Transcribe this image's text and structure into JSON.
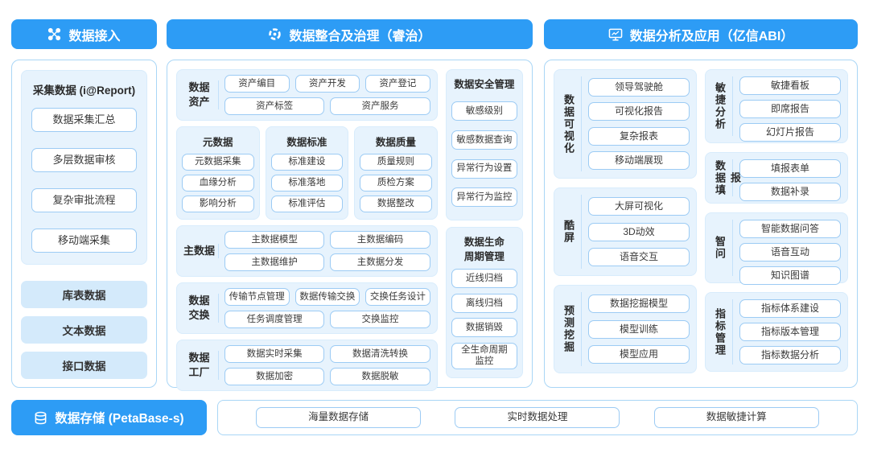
{
  "colors": {
    "accent": "#2D9CF5",
    "panel_bg": "#E7F3FD",
    "pill_border": "#9CCBF4",
    "box_border": "#A9D6F6",
    "lite_pill_bg": "#D4EAFB"
  },
  "headers": {
    "access": {
      "label": "数据接入",
      "icon": "network-nodes-icon"
    },
    "governance": {
      "label": "数据整合及治理（睿治）",
      "icon": "pinwheel-gear-icon"
    },
    "analysis": {
      "label": "数据分析及应用（亿信ABI）",
      "icon": "monitor-icon"
    },
    "storage": {
      "label": "数据存储 (PetaBase-s)",
      "icon": "database-icon"
    }
  },
  "left": {
    "collect": {
      "title": "采集数据 (i@Report)",
      "pills": [
        "数据采集汇总",
        "多层数据审核",
        "复杂审批流程",
        "移动端采集"
      ]
    },
    "sources": [
      "库表数据",
      "文本数据",
      "接口数据"
    ]
  },
  "middle": {
    "asset": {
      "label": "数据\n资产",
      "rows": [
        [
          "资产编目",
          "资产开发",
          "资产登记"
        ],
        [
          "资产标签",
          "资产服务"
        ]
      ]
    },
    "meta": {
      "title": "元数据",
      "pills": [
        "元数据采集",
        "血缘分析",
        "影响分析"
      ]
    },
    "standard": {
      "title": "数据标准",
      "pills": [
        "标准建设",
        "标准落地",
        "标准评估"
      ]
    },
    "quality": {
      "title": "数据质量",
      "pills": [
        "质量规则",
        "质检方案",
        "数据整改"
      ]
    },
    "master": {
      "label": "主数据",
      "rows": [
        [
          "主数据模型",
          "主数据编码"
        ],
        [
          "主数据维护",
          "主数据分发"
        ]
      ]
    },
    "exchange": {
      "label": "数据\n交换",
      "rows": [
        [
          "传输节点管理",
          "数据传输交换",
          "交换任务设计"
        ],
        [
          "任务调度管理",
          "交换监控"
        ]
      ]
    },
    "factory": {
      "label": "数据\n工厂",
      "rows": [
        [
          "数据实时采集",
          "数据清洗转换"
        ],
        [
          "数据加密",
          "数据脱敏"
        ]
      ]
    },
    "security": {
      "title": "数据安全管理",
      "pills": [
        "敏感级别",
        "敏感数据查询",
        "异常行为设置",
        "异常行为监控"
      ]
    },
    "lifecycle": {
      "title": "数据生命\n周期管理",
      "pills": [
        "近线归档",
        "离线归档",
        "数据销毁",
        "全生命周期\n监控"
      ]
    }
  },
  "right": {
    "visualization": {
      "label": "数据可视化",
      "pills": [
        "领导驾驶舱",
        "可视化报告",
        "复杂报表",
        "移动端展现"
      ]
    },
    "coolscreen": {
      "label": "酷屏",
      "pills": [
        "大屏可视化",
        "3D动效",
        "语音交互"
      ]
    },
    "mining": {
      "label": "预测挖掘",
      "pills": [
        "数据挖掘模型",
        "模型训练",
        "模型应用"
      ]
    },
    "agile": {
      "label": "敏捷分析",
      "pills": [
        "敏捷看板",
        "即席报告",
        "幻灯片报告"
      ]
    },
    "filling": {
      "label": "数据填报",
      "pills": [
        "填报表单",
        "数据补录"
      ]
    },
    "smartask": {
      "label": "智问",
      "pills": [
        "智能数据问答",
        "语音互动",
        "知识图谱"
      ]
    },
    "indicator": {
      "label": "指标管理",
      "pills": [
        "指标体系建设",
        "指标版本管理",
        "指标数据分析"
      ]
    }
  },
  "storage_row": {
    "pills": [
      "海量数据存储",
      "实时数据处理",
      "数据敏捷计算"
    ]
  }
}
